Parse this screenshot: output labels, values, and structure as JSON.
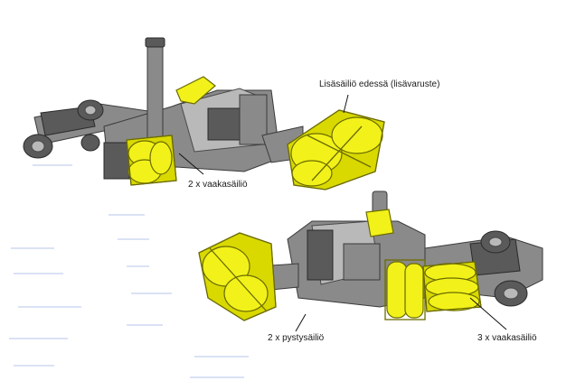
{
  "labels": {
    "front_tank": "Lisäsäiliö edessä (lisävaruste)",
    "horizontal_2": "2 x vaakasäiliö",
    "vertical_2": "2 x pystysäiliö",
    "horizontal_3": "3 x vaakasäiliö"
  },
  "colors": {
    "tank_yellow": "#f2f21a",
    "chassis_grey": "#8a8a8a",
    "outline": "#3a3a3a",
    "text": "#1a1a1a"
  }
}
